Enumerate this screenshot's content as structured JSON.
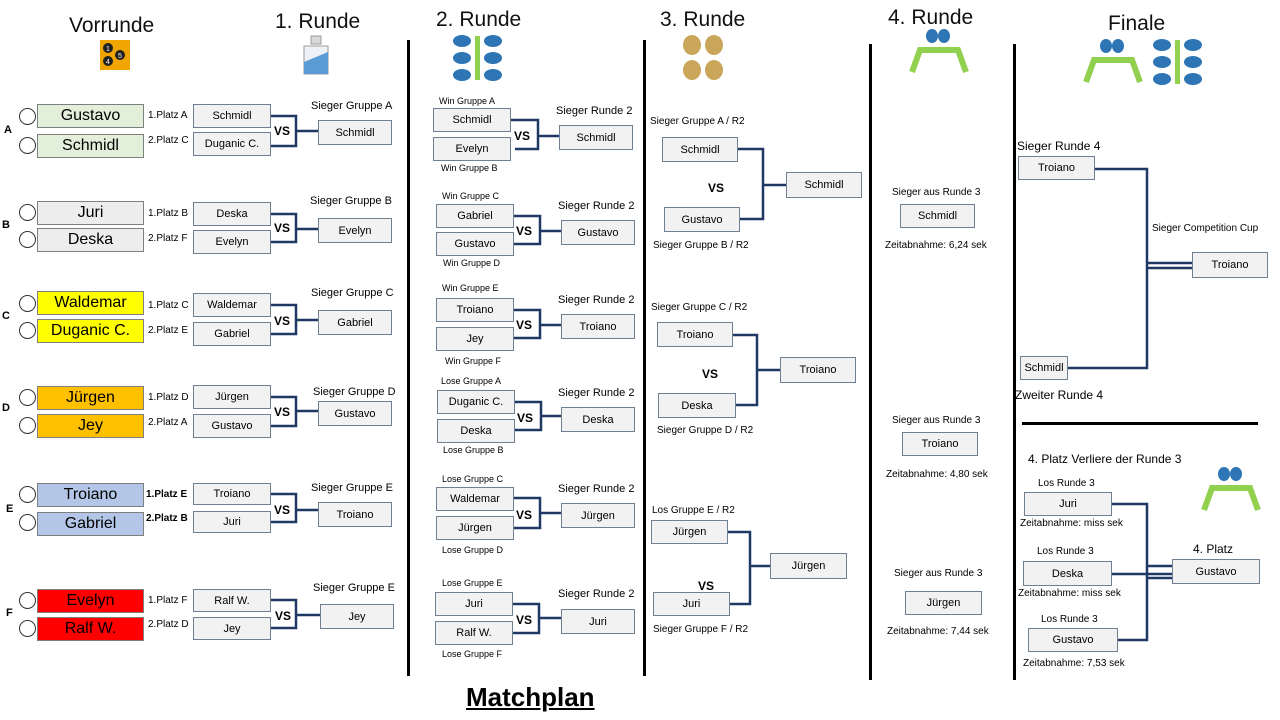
{
  "headers": {
    "vorrunde": "Vorrunde",
    "runde1": "1. Runde",
    "runde2": "2. Runde",
    "runde3": "3. Runde",
    "runde4": "4. Runde",
    "finale": "Finale"
  },
  "title": "Matchplan",
  "vs": "VS",
  "dice_icon": {
    "numbers": [
      "1",
      "4",
      "5"
    ]
  },
  "groups": [
    {
      "letter": "A",
      "players": [
        "Gustavo",
        "Schmidl"
      ],
      "color": "#e2efda",
      "r1_places": [
        "1.Platz A",
        "2.Platz C"
      ],
      "r1_names": [
        "Schmidl",
        "Duganic C."
      ],
      "sieger_label": "Sieger Gruppe A",
      "sieger": "Schmidl"
    },
    {
      "letter": "B",
      "players": [
        "Juri",
        "Deska"
      ],
      "color": "#ededed",
      "r1_places": [
        "1.Platz B",
        "2.Platz F"
      ],
      "r1_names": [
        "Deska",
        "Evelyn"
      ],
      "sieger_label": "Sieger Gruppe B",
      "sieger": "Evelyn"
    },
    {
      "letter": "C",
      "players": [
        "Waldemar",
        "Duganic C."
      ],
      "color": "#ffff00",
      "r1_places": [
        "1.Platz C",
        "2.Platz E"
      ],
      "r1_names": [
        "Waldemar",
        "Gabriel"
      ],
      "sieger_label": "Sieger Gruppe C",
      "sieger": "Gabriel"
    },
    {
      "letter": "D",
      "players": [
        "Jürgen",
        "Jey"
      ],
      "color": "#ffc000",
      "r1_places": [
        "1.Platz D",
        "2.Platz A"
      ],
      "r1_names": [
        "Jürgen",
        "Gustavo"
      ],
      "sieger_label": "Sieger Gruppe D",
      "sieger": "Gustavo"
    },
    {
      "letter": "E",
      "players": [
        "Troiano",
        "Gabriel"
      ],
      "color": "#b4c6e7",
      "r1_places": [
        "1.Platz E",
        "2.Platz B"
      ],
      "r1_names": [
        "Troiano",
        "Juri"
      ],
      "sieger_label": "Sieger Gruppe E",
      "sieger": "Troiano"
    },
    {
      "letter": "F",
      "players": [
        "Evelyn",
        "Ralf W."
      ],
      "color": "#ff0000",
      "r1_places": [
        "1.Platz F",
        "2.Platz D"
      ],
      "r1_names": [
        "Ralf W.",
        "Jey"
      ],
      "sieger_label": "Sieger Gruppe E",
      "sieger": "Jey"
    }
  ],
  "runde2": [
    {
      "top_label": "Win Gruppe A",
      "names": [
        "Schmidl",
        "Evelyn"
      ],
      "bottom_label": "Win Gruppe B",
      "sieger_label": "Sieger Runde 2",
      "sieger": "Schmidl"
    },
    {
      "top_label": "Win Gruppe C",
      "names": [
        "Gabriel",
        "Gustavo"
      ],
      "bottom_label": "Win Gruppe D",
      "sieger_label": "Sieger Runde 2",
      "sieger": "Gustavo"
    },
    {
      "top_label": "Win Gruppe E",
      "names": [
        "Troiano",
        "Jey"
      ],
      "bottom_label": "Win Gruppe F",
      "sieger_label": "Sieger Runde 2",
      "sieger": "Troiano"
    },
    {
      "top_label": "Lose Gruppe A",
      "names": [
        "Duganic C.",
        "Deska"
      ],
      "bottom_label": "Lose Gruppe B",
      "sieger_label": "Sieger Runde 2",
      "sieger": "Deska"
    },
    {
      "top_label": "Lose Gruppe C",
      "names": [
        "Waldemar",
        "Jürgen"
      ],
      "bottom_label": "Lose Gruppe D",
      "sieger_label": "Sieger Runde 2",
      "sieger": "Jürgen"
    },
    {
      "top_label": "Lose Gruppe E",
      "names": [
        "Juri",
        "Ralf W."
      ],
      "bottom_label": "Lose Gruppe F",
      "sieger_label": "Sieger Runde 2",
      "sieger": "Juri"
    }
  ],
  "runde3": [
    {
      "top_label": "Sieger Gruppe A / R2",
      "names": [
        "Schmidl",
        "Gustavo"
      ],
      "bottom_label": "Sieger Gruppe B / R2",
      "winner": "Schmidl"
    },
    {
      "top_label": "Sieger Gruppe C / R2",
      "names": [
        "Troiano",
        "Deska"
      ],
      "bottom_label": "Sieger Gruppe D / R2",
      "winner": "Troiano"
    },
    {
      "top_label": "Los Gruppe E / R2",
      "names": [
        "Jürgen",
        "Juri"
      ],
      "bottom_label": "Sieger Gruppe F / R2",
      "winner": "Jürgen"
    }
  ],
  "runde4": [
    {
      "label": "Sieger aus Runde 3",
      "name": "Schmidl",
      "time": "Zeitabnahme: 6,24 sek"
    },
    {
      "label": "Sieger aus Runde 3",
      "name": "Troiano",
      "time": "Zeitabnahme: 4,80 sek"
    },
    {
      "label": "Sieger aus Runde 3",
      "name": "Jürgen",
      "time": "Zeitabnahme: 7,44 sek"
    }
  ],
  "finale": {
    "top_label": "Sieger Runde 4",
    "top_name": "Troiano",
    "bottom_name": "Schmidl",
    "bottom_label": "Zweiter Runde 4",
    "winner_label": "Sieger Competition Cup",
    "winner": "Troiano"
  },
  "platz4": {
    "heading": "4. Platz  Verliere der Runde 3",
    "entries": [
      {
        "label": "Los Runde 3",
        "name": "Juri",
        "time": "Zeitabnahme: miss sek"
      },
      {
        "label": "Los Runde 3",
        "name": "Deska",
        "time": "Zeitabnahme: miss sek"
      },
      {
        "label": "Los Runde 3",
        "name": "Gustavo",
        "time": "Zeitabnahme: 7,53 sek"
      }
    ],
    "result_label": "4. Platz",
    "result": "Gustavo"
  },
  "colors": {
    "box_border": "#6f8093",
    "box_fill": "#f2f2f2",
    "bracket": "#1f3864",
    "icon_blue": "#2e75b6",
    "icon_green": "#92d050"
  }
}
